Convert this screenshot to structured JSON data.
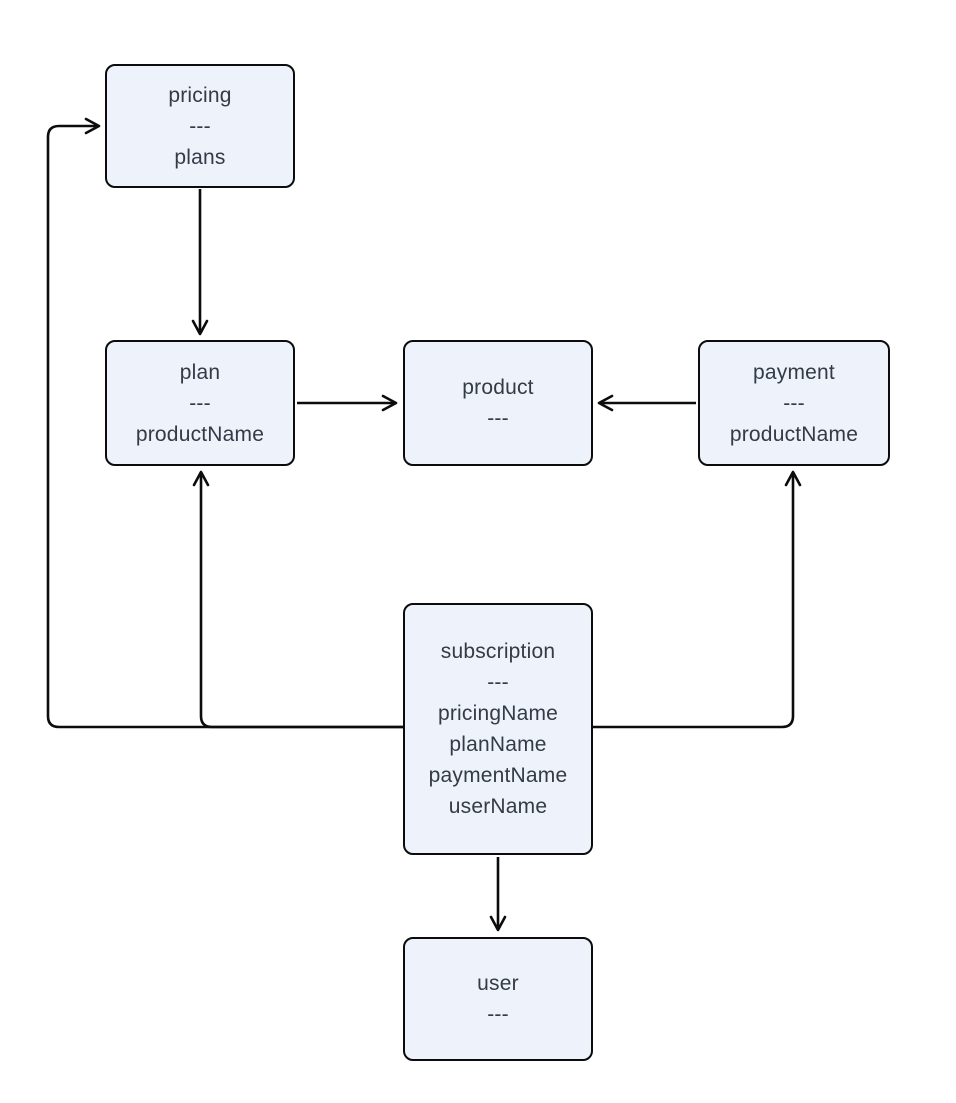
{
  "diagram": {
    "type": "entity-relationship-flowchart",
    "background": "#ffffff",
    "colors": {
      "node_fill": "#edf2fb",
      "node_stroke": "#0c0c0c",
      "edge": "#0c0c0c",
      "text": "#343b46"
    },
    "nodes": [
      {
        "id": "pricing",
        "title": "pricing",
        "divider": "---",
        "fields": [
          "plans"
        ]
      },
      {
        "id": "plan",
        "title": "plan",
        "divider": "---",
        "fields": [
          "productName"
        ]
      },
      {
        "id": "product",
        "title": "product",
        "divider": "---",
        "fields": []
      },
      {
        "id": "payment",
        "title": "payment",
        "divider": "---",
        "fields": [
          "productName"
        ]
      },
      {
        "id": "subscription",
        "title": "subscription",
        "divider": "---",
        "fields": [
          "pricingName",
          "planName",
          "paymentName",
          "userName"
        ]
      },
      {
        "id": "user",
        "title": "user",
        "divider": "---",
        "fields": []
      }
    ],
    "edges": [
      {
        "from": "pricing",
        "to": "plan"
      },
      {
        "from": "plan",
        "to": "product"
      },
      {
        "from": "payment",
        "to": "product"
      },
      {
        "from": "subscription",
        "to": "pricing"
      },
      {
        "from": "subscription",
        "to": "plan"
      },
      {
        "from": "subscription",
        "to": "payment"
      },
      {
        "from": "subscription",
        "to": "user"
      }
    ]
  }
}
